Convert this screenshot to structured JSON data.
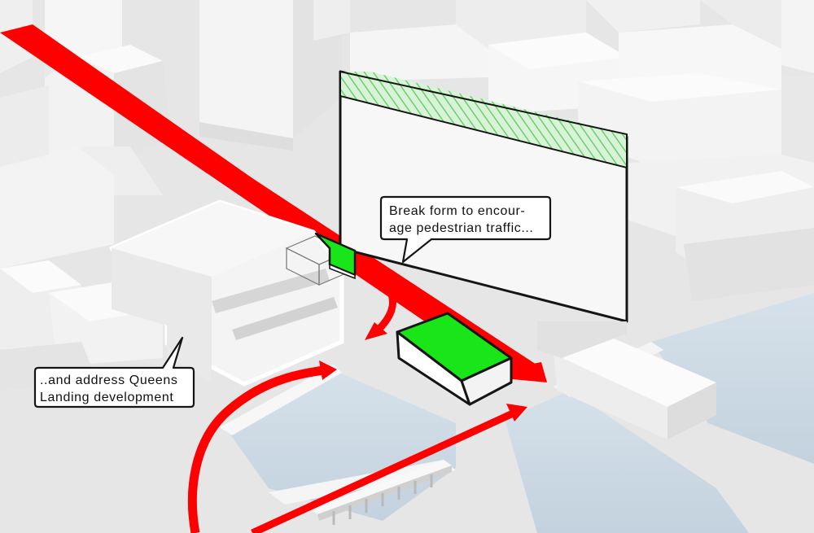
{
  "callouts": {
    "break_form": {
      "line1": "Break form to encour-",
      "line2": "age pedestrian traffic..."
    },
    "queens_landing": {
      "line1": "..and address Queens",
      "line2": "Landing development"
    }
  },
  "colors": {
    "route_arrow": "#ff0000",
    "green_roof": "#19e619",
    "hatched_roof": "#7fd87f",
    "building_face": "#f4f4f4",
    "ground": "#e7e7e7",
    "water": "#cbd8e3",
    "outline": "#ffffff"
  },
  "icons": {
    "route_arrow": "arrow-icon",
    "callout": "speech-bubble-icon"
  }
}
